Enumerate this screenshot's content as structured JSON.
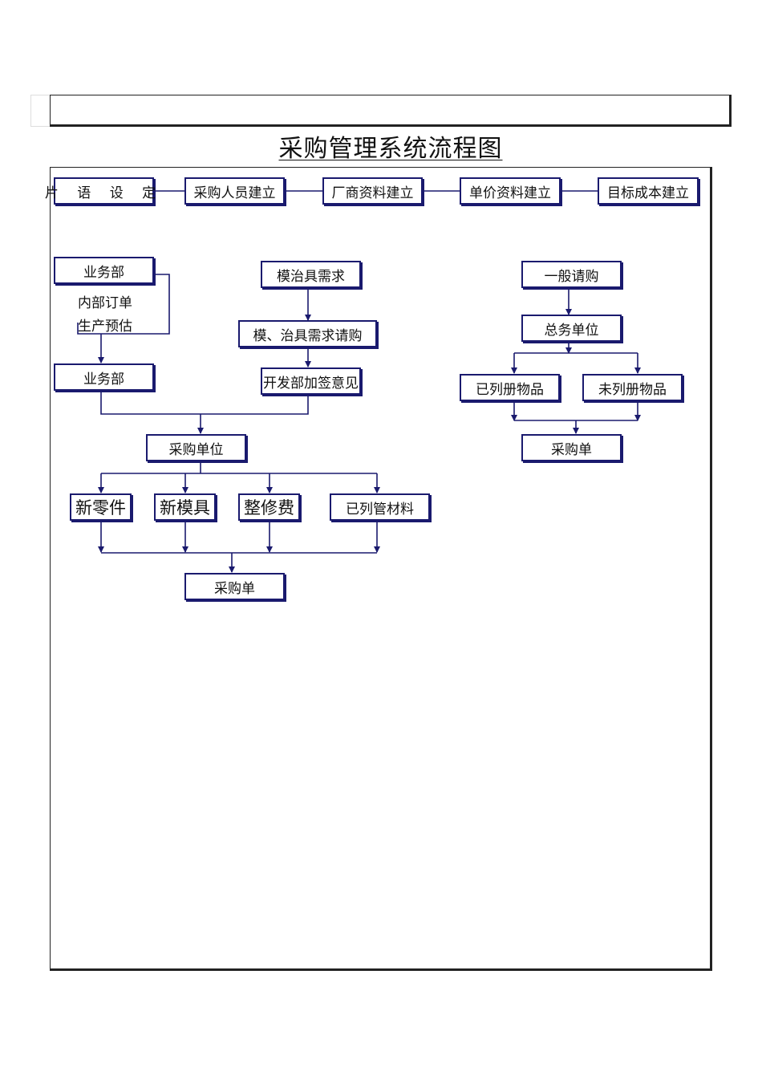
{
  "title": "采购管理系统流程图",
  "setup_row": [
    "片 语 设 定",
    "采购人员建立",
    "厂商资料建立",
    "单价资料建立",
    "目标成本建立"
  ],
  "left_flow": {
    "dept_top": "业务部",
    "notes": [
      "内部订单",
      "生产预估"
    ],
    "dept_bottom": "业务部"
  },
  "mold_flow": {
    "demand": "模治具需求",
    "request": "模、治具需求请购",
    "sign": "开发部加签意见"
  },
  "purchasing_unit": "采购单位",
  "categories": [
    "新零件",
    "新模具",
    "整修费",
    "已列管材料"
  ],
  "purchase_order_left": "采购单",
  "general_flow": {
    "request": "一般请购",
    "admin_unit": "总务单位",
    "listed": "已列册物品",
    "unlisted": "未列册物品",
    "purchase_order": "采购单"
  },
  "colors": {
    "box_border": "#1a1a6e",
    "line": "#1a1a6e",
    "frame": "#222222"
  }
}
